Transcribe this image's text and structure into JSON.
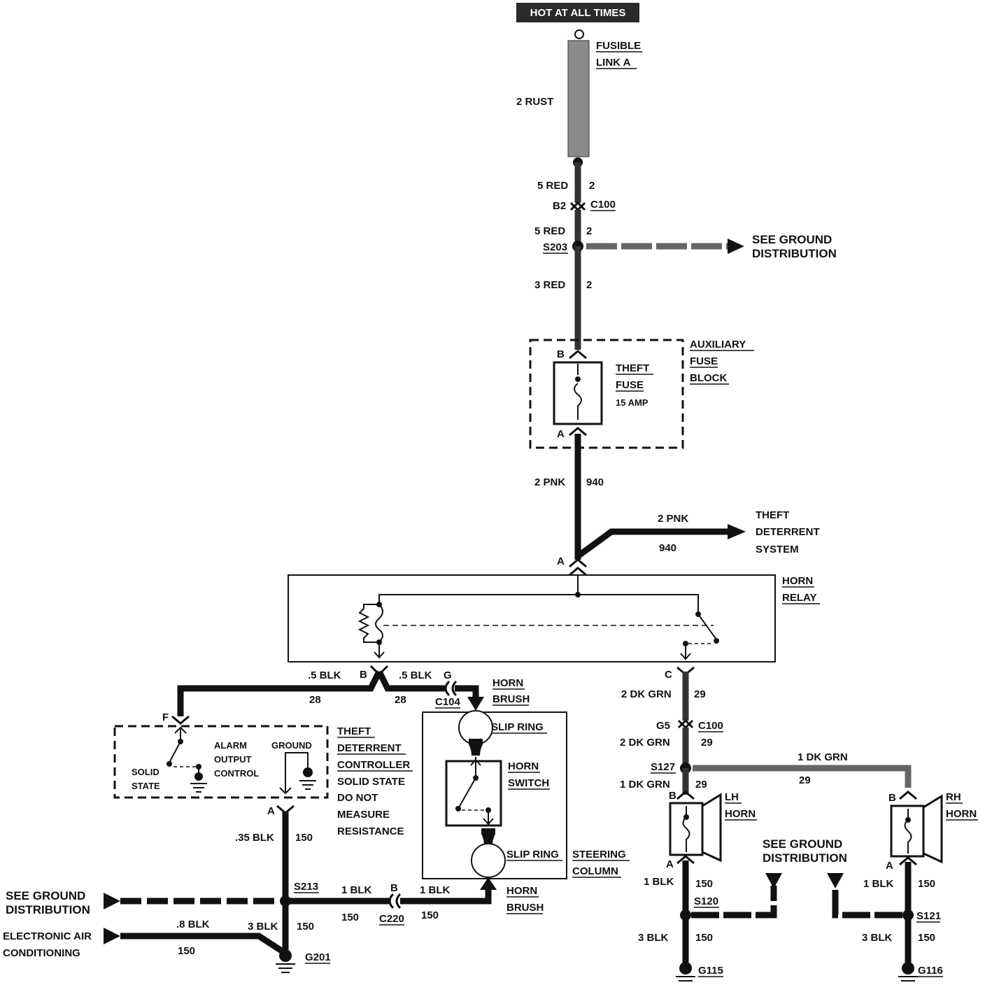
{
  "header": {
    "hot_label": "HOT AT ALL TIMES"
  },
  "fusible_link": {
    "line1": "FUSIBLE",
    "line2": "LINK A",
    "wire": "2 RUST"
  },
  "c100_top": {
    "w1": "5 RED",
    "c1": "2",
    "pin": "B2",
    "name": "C100",
    "w2": "5 RED",
    "c2": "2"
  },
  "s203": {
    "name": "S203",
    "see1": "SEE GROUND",
    "see2": "DISTRIBUTION",
    "w3": "3 RED",
    "c3": "2"
  },
  "aux_fuse_block": {
    "l1": "AUXILIARY",
    "l2": "FUSE",
    "l3": "BLOCK",
    "pin_b": "B",
    "pin_a": "A"
  },
  "theft_fuse": {
    "l1": "THEFT",
    "l2": "FUSE",
    "rating": "15 AMP"
  },
  "pnk_wire": {
    "wire": "2 PNK",
    "circuit": "940",
    "branch_wire": "2 PNK",
    "branch_circuit": "940"
  },
  "theft_system": {
    "l1": "THEFT",
    "l2": "DETERRENT",
    "l3": "SYSTEM"
  },
  "horn_relay": {
    "l1": "HORN",
    "l2": "RELAY",
    "pin_a": "A",
    "pin_b": "B",
    "pin_c": "C"
  },
  "blk_to_controller": {
    "wire": ".5 BLK",
    "circuit": "28",
    "pin": "F"
  },
  "blk_to_brush": {
    "wire": ".5 BLK",
    "circuit": "28",
    "pin": "G",
    "connector": "C104"
  },
  "horn_brush_top": {
    "l1": "HORN",
    "l2": "BRUSH"
  },
  "controller": {
    "l1": "THEFT",
    "l2": "DETERRENT",
    "l3": "CONTROLLER",
    "n1": "SOLID STATE",
    "n2": "DO NOT",
    "n3": "MEASURE",
    "n4": "RESISTANCE",
    "solid1": "SOLID",
    "solid2": "STATE",
    "alarm1": "ALARM",
    "alarm2": "OUTPUT",
    "alarm3": "CONTROL",
    "ground": "GROUND",
    "pin_a": "A"
  },
  "steering": {
    "slip_ring_top": "SLIP RING",
    "switch1": "HORN",
    "switch2": "SWITCH",
    "slip_ring_bottom": "SLIP RING",
    "col1": "STEERING",
    "col2": "COLUMN",
    "brush1": "HORN",
    "brush2": "BRUSH"
  },
  "ctrl_ground_wire": {
    "wire": ".35 BLK",
    "circuit": "150"
  },
  "s213": {
    "name": "S213",
    "see1": "SEE GROUND",
    "see2": "DISTRIBUTION"
  },
  "c220": {
    "w1": "1 BLK",
    "c1": "150",
    "pin": "B",
    "name": "C220",
    "w2": "1 BLK",
    "c2": "150"
  },
  "eac": {
    "l1": "ELECTRONIC AIR",
    "l2": "CONDITIONING",
    "wire": ".8 BLK",
    "circuit": "150"
  },
  "g201": {
    "wire": "3 BLK",
    "circuit": "150",
    "name": "G201"
  },
  "green": {
    "pin_c": "C",
    "w1": "2 DK GRN",
    "c1": "29",
    "pin_g5": "G5",
    "c100": "C100",
    "w2": "2 DK GRN",
    "c2": "29",
    "s127": "S127",
    "w3": "1 DK GRN",
    "c3": "29",
    "wr": "1 DK GRN",
    "cr": "29"
  },
  "lh_horn": {
    "l1": "LH",
    "l2": "HORN",
    "pin_b": "B",
    "pin_a": "A",
    "wire": "1 BLK",
    "circuit": "150",
    "splice": "S120",
    "gw": "3  BLK",
    "gc": "150",
    "ground": "G115"
  },
  "rh_horn": {
    "l1": "RH",
    "l2": "HORN",
    "pin_b": "B",
    "pin_a": "A",
    "wire": "1 BLK",
    "circuit": "150",
    "splice": "S121",
    "gw": "3 BLK",
    "gc": "150",
    "ground": "G116"
  },
  "horn_ground_ref": {
    "l1": "SEE GROUND",
    "l2": "DISTRIBUTION"
  }
}
